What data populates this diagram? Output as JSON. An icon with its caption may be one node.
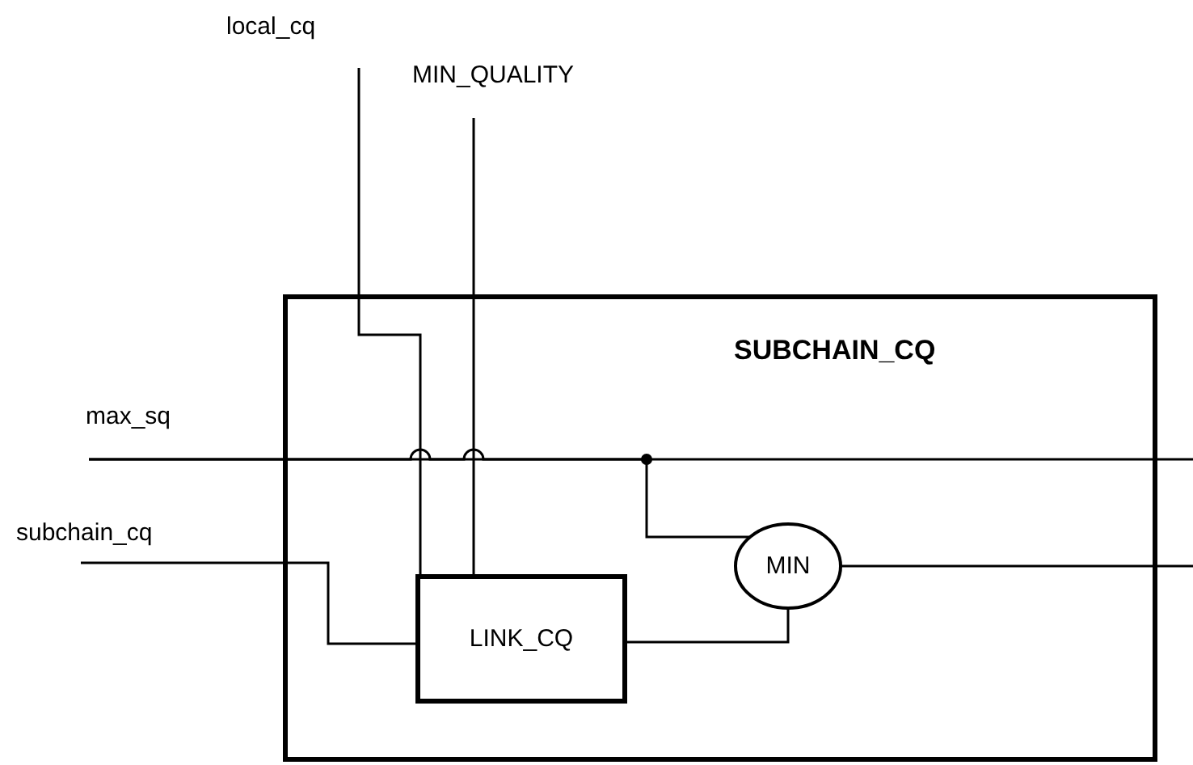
{
  "diagram": {
    "nodes": [
      {
        "text": [
          "SUBCHAIN_CQ"
        ]
      },
      {
        "text": [
          "LINK_CQ"
        ],
        "in": 0
      },
      {
        "text": [
          "MIN"
        ],
        "in": 0
      },
      {
        "text": [
          "local_cq"
        ]
      },
      {
        "text": [
          "MIN_QUALITY"
        ]
      },
      {
        "text": [
          "max_sq"
        ]
      },
      {
        "text": [
          "subchain_cq"
        ]
      }
    ],
    "edges": [
      {
        "from": 3,
        "to": 1,
        "arrow": "none"
      },
      {
        "from": 4,
        "to": 1,
        "arrow": "none"
      },
      {
        "from": 5,
        "to": null,
        "arrow": "none"
      },
      {
        "from": 5,
        "to": 2,
        "arrow": "none"
      },
      {
        "from": 6,
        "to": 1,
        "arrow": "none"
      },
      {
        "from": 1,
        "to": 2,
        "arrow": "none"
      },
      {
        "from": 2,
        "to": null,
        "arrow": "none"
      }
    ]
  }
}
